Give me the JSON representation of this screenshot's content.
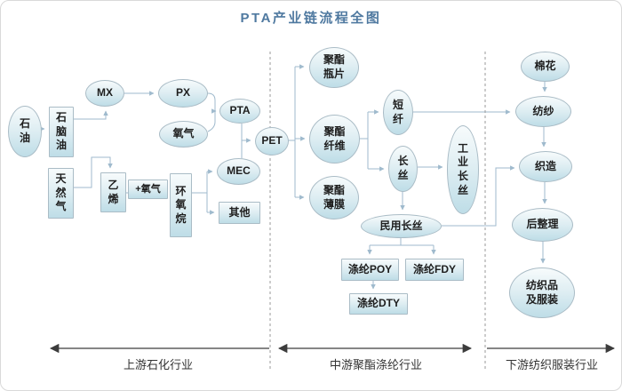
{
  "title": "PTA产业链流程全图",
  "colors": {
    "title": "#4f79a0",
    "node_border": "#aabcc6",
    "node_fill_top": "#f7fbfc",
    "node_fill_bottom": "#bedde7",
    "connector": "#9fbacd",
    "section_arrow": "#3c3c3c"
  },
  "nodes": {
    "petroleum": "石油",
    "naphtha": "石脑油",
    "mx": "MX",
    "px": "PX",
    "oxygen": "氧气",
    "pta": "PTA",
    "mec": "MEC",
    "others": "其他",
    "pet": "PET",
    "natural_gas": "天然气",
    "ethylene": "乙烯",
    "plus_oxygen": "+氧气",
    "ethylene_oxide": "环氧烷",
    "bottle_chip": "聚酯瓶片",
    "polyester_fiber": "聚酯纤维",
    "polyester_film": "聚酯薄膜",
    "staple_fiber": "短纤",
    "filament": "长丝",
    "industrial_filament": "工业长丝",
    "civil_filament": "民用长丝",
    "poy": "涤纶POY",
    "fdy": "涤纶FDY",
    "dty": "涤纶DTY",
    "cotton": "棉花",
    "spinning": "纺纱",
    "weaving": "织造",
    "finishing": "后整理",
    "textiles_apparel": "纺织品及服装"
  },
  "sections": [
    {
      "label": "上游石化行业"
    },
    {
      "label": "中游聚酯涤纶行业"
    },
    {
      "label": "下游纺织服装行业"
    }
  ]
}
